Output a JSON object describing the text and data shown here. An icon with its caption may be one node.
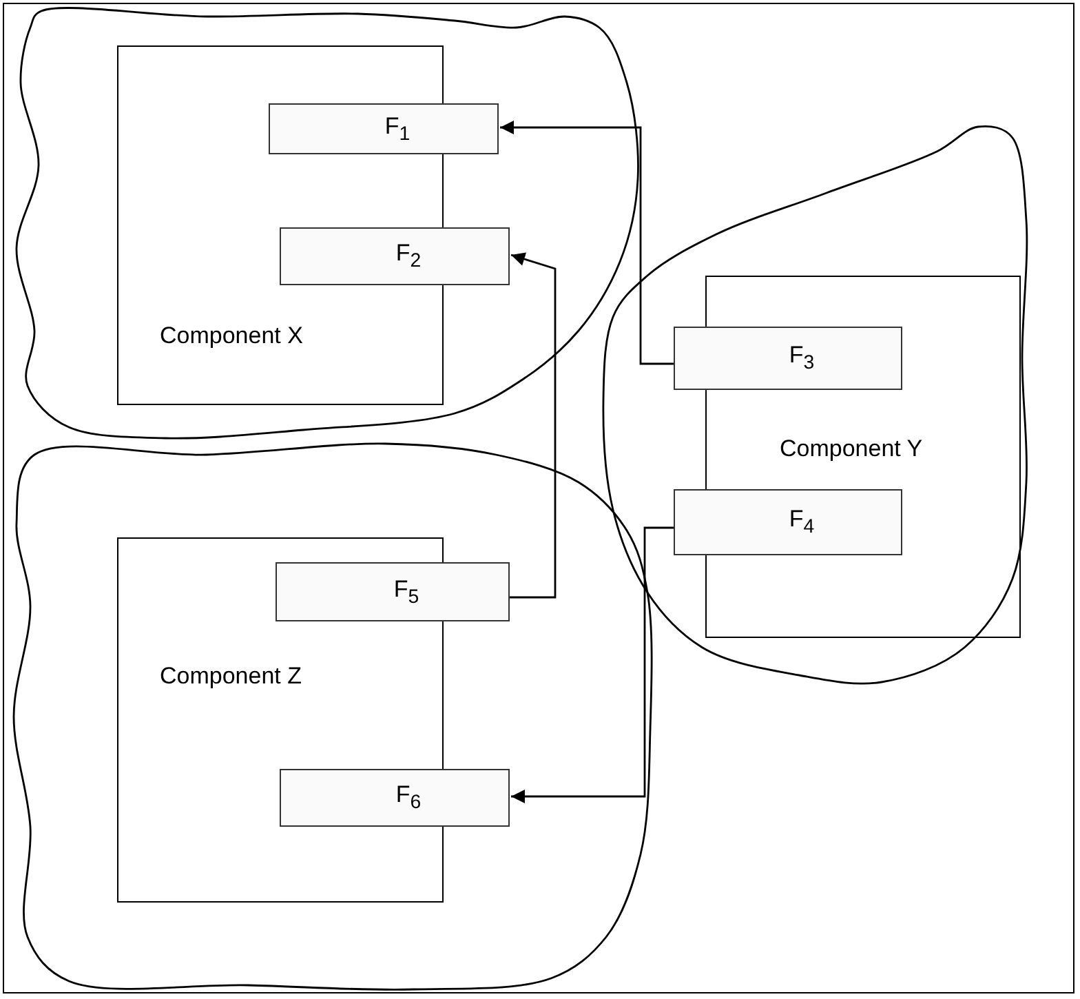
{
  "diagram": {
    "nodes": [
      {
        "text": [],
        "shape": "cloud"
      },
      {
        "text": [
          "Component X"
        ],
        "in": 0
      },
      {
        "text": [
          "F$_{1}$"
        ],
        "in": 0
      },
      {
        "text": [
          "F$_{2}$"
        ],
        "in": 0
      },
      {
        "text": [],
        "shape": "cloud"
      },
      {
        "text": [
          "Component Y"
        ],
        "in": 4
      },
      {
        "text": [
          "F$_{3}$"
        ],
        "in": 4
      },
      {
        "text": [
          "F$_{4}$"
        ],
        "in": 4
      },
      {
        "text": [],
        "shape": "cloud"
      },
      {
        "text": [
          "Component Z"
        ],
        "in": 8
      },
      {
        "text": [
          "F$_{5}$"
        ],
        "in": 8
      },
      {
        "text": [
          "F$_{6}$"
        ],
        "in": 8
      }
    ],
    "edges": [
      {
        "from": 6,
        "to": 2,
        "arrow": "to"
      },
      {
        "from": 10,
        "to": 3,
        "arrow": "to"
      },
      {
        "from": 7,
        "to": 11,
        "arrow": "to"
      }
    ]
  }
}
